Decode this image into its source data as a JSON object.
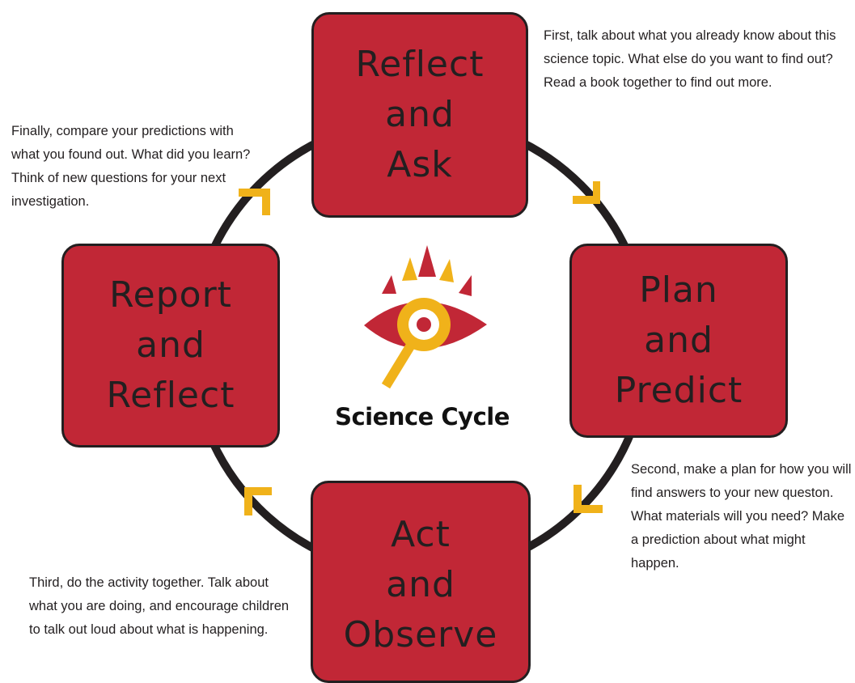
{
  "colors": {
    "box_fill": "#c12736",
    "outline": "#231f20",
    "arrow": "#f0b21a",
    "eye_red": "#c12736",
    "eye_gold": "#f0b21a"
  },
  "center": {
    "title": "Science Cycle",
    "logo_icon": "eye-magnifier-icon"
  },
  "stages": {
    "reflect_ask": {
      "lines": [
        "Reflect",
        "and",
        "Ask"
      ],
      "note": "First, talk about what you already know about this science topic. What else do you want to find out? Read a book together to find out more."
    },
    "plan_predict": {
      "lines": [
        "Plan",
        "and",
        "Predict"
      ],
      "note": "Second, make a plan for how you will find answers to your new queston. What materials will you need?  Make a prediction about what might happen."
    },
    "act_observe": {
      "lines": [
        "Act",
        "and",
        "Observe"
      ],
      "note": "Third, do the activity together.  Talk about what you are doing, and encourage children to talk out loud about what is happening."
    },
    "report_reflect": {
      "lines": [
        "Report",
        "and",
        "Reflect"
      ],
      "note": "Finally, compare your predictions with what you found out. What did you learn?  Think of new questions for your next investigation."
    }
  }
}
